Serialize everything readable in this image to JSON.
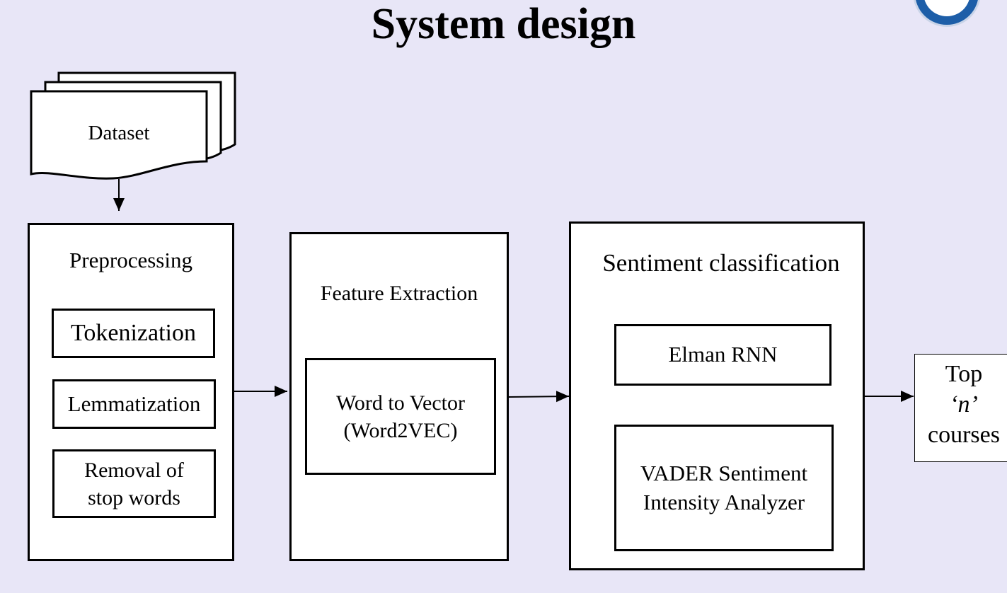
{
  "title": "System design",
  "nodes": {
    "dataset": "Dataset",
    "preprocessing": {
      "heading": "Preprocessing",
      "steps": [
        "Tokenization",
        "Lemmatization",
        "Removal of stop words"
      ]
    },
    "feature_extraction": {
      "heading": "Feature Extraction",
      "method_line1": "Word to Vector",
      "method_line2": "(Word2VEC)"
    },
    "sentiment_classification": {
      "heading": "Sentiment classification",
      "model1": "Elman RNN",
      "model2_line1": "VADER Sentiment",
      "model2_line2": "Intensity Analyzer"
    },
    "output": {
      "line1": "Top",
      "line2": "‘n’",
      "line3": "courses"
    }
  },
  "edges": [
    {
      "from": "dataset",
      "to": "preprocessing"
    },
    {
      "from": "preprocessing",
      "to": "feature_extraction"
    },
    {
      "from": "feature_extraction",
      "to": "sentiment_classification"
    },
    {
      "from": "sentiment_classification",
      "to": "output"
    }
  ],
  "colors": {
    "background": "#e8e6f7",
    "stroke": "#000000",
    "fill": "#ffffff"
  }
}
